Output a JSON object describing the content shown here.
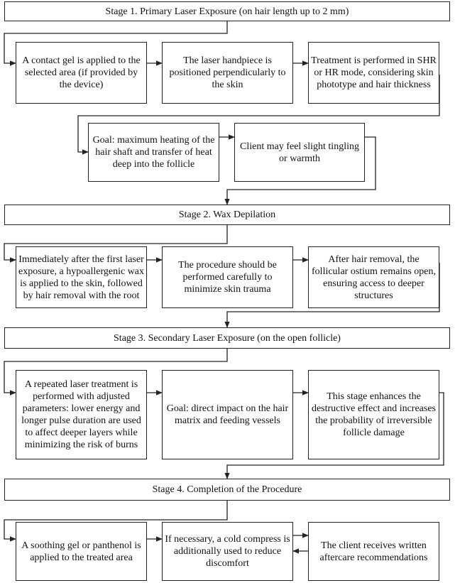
{
  "stages": [
    {
      "title": "Stage 1. Primary Laser Exposure (on hair length up to 2 mm)",
      "steps": [
        "A contact gel is applied to the selected area (if provided by the device)",
        "The laser handpiece is positioned perpendicularly to the skin",
        "Treatment is performed in SHR or HR mode, considering skin phototype and hair thickness"
      ],
      "steps2": [
        "Goal: maximum heating of the hair shaft and transfer of heat deep into the follicle",
        "Client may feel slight tingling or warmth"
      ]
    },
    {
      "title": "Stage 2. Wax Depilation",
      "steps": [
        "Immediately after the first laser exposure, a hypoallergenic wax is applied to the skin, followed by hair removal with the root",
        "The procedure should be performed carefully to minimize skin trauma",
        "After hair removal, the follicular ostium remains open, ensuring access to deeper structures"
      ]
    },
    {
      "title": "Stage 3. Secondary Laser Exposure (on the open follicle)",
      "steps": [
        "A repeated laser treatment is performed with adjusted parameters: lower energy and longer pulse duration are used to affect deeper layers while minimizing the risk of burns",
        "Goal: direct impact on the hair matrix and feeding vessels",
        "This stage enhances the destructive effect and increases the probability of irreversible follicle damage"
      ]
    },
    {
      "title": "Stage 4. Completion of the Procedure",
      "steps": [
        "A soothing gel or panthenol is applied to the treated area",
        "If necessary, a cold compress is additionally used to reduce discomfort",
        "The client receives written aftercare recommendations"
      ]
    }
  ]
}
